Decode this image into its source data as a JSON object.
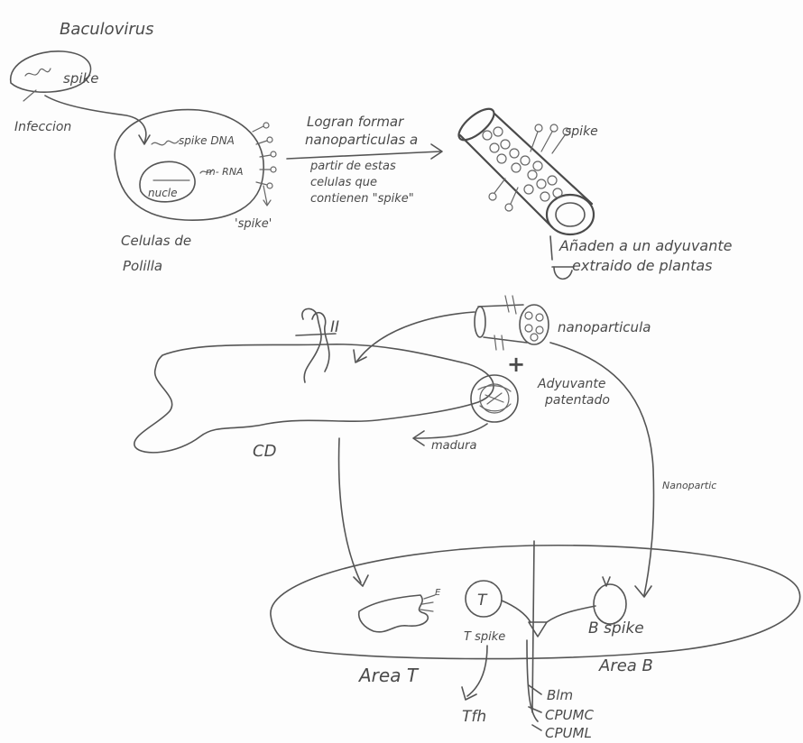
{
  "labels": {
    "baculovirus": "Baculovirus",
    "spike_small": "spike",
    "infeccion": "Infeccion",
    "spike_dna": "spike DNA",
    "mrna": "m-\nRNA",
    "nucle": "nucle",
    "spike_quote": "'spike'",
    "celulas_de": "Celulas de",
    "polilla": "Polilla",
    "logran_1": "Logran formar",
    "logran_2": "nanoparticulas a",
    "partir_1": "partir de estas",
    "partir_2": "celulas que",
    "partir_3": "contienen \"spike\"",
    "spike_nano": "spike",
    "anaden_1": "Añaden a un adyuvante",
    "anaden_2": "extraido de plantas",
    "roman_two": "II",
    "nanoparticula": "nanoparticula",
    "plus": "+",
    "adyuvante_1": "Adyuvante",
    "adyuvante_2": "patentado",
    "cd": "CD",
    "madura": "madura",
    "nanopartic": "Nanopartic",
    "t_cell": "T",
    "t_spike": "T spike",
    "b_spike": "B spike",
    "area_t": "Area T",
    "area_b": "Area B",
    "tfh": "Tfh",
    "blm": "Blm",
    "cpumc": "CPUMC",
    "cpuml": "CPUML"
  },
  "colors": {
    "ink": "#4a4a4a",
    "paper": "#fdfdfd"
  }
}
